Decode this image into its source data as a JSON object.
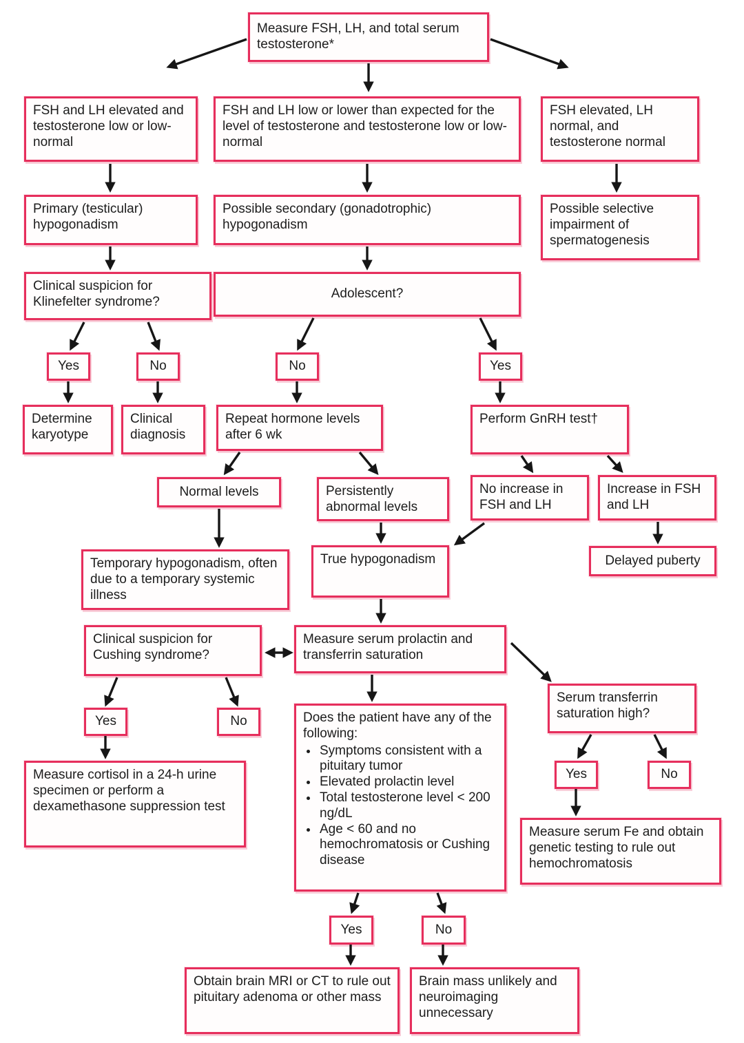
{
  "diagram": {
    "type": "flowchart",
    "subject": "Evaluation of male hypogonadism based on FSH, LH and testosterone levels"
  },
  "colors": {
    "box_border": "#e62e5c",
    "box_shadow": "#ec6086",
    "arrow": "#161616",
    "background": "#ffffff",
    "text": "#1c1c1c"
  },
  "nodes": {
    "measure_fsh": {
      "label": "Measure FSH, LH, and total serum testosterone*"
    },
    "fsh_lh_elevated": {
      "label": "FSH and LH elevated and testosterone low or low-normal"
    },
    "fsh_lh_low": {
      "label": "FSH and LH low or lower than expected for the level of testosterone and testosterone low or low-normal"
    },
    "fsh_elevated_lh_normal": {
      "label": "FSH elevated, LH normal, and testosterone normal"
    },
    "primary_hypogonadism": {
      "label": "Primary (testicular) hypogonadism"
    },
    "secondary_hypogonadism": {
      "label": "Possible secondary (gonadotrophic) hypogonadism"
    },
    "selective_impairment": {
      "label": "Possible selective impairment of spermatogenesis"
    },
    "klinefelter_suspicion": {
      "label": "Clinical suspicion for Klinefelter syndrome?"
    },
    "adolescent": {
      "label": "Adolescent?"
    },
    "klinefelter_yes": {
      "label": "Yes"
    },
    "klinefelter_no": {
      "label": "No"
    },
    "adolescent_no": {
      "label": "No"
    },
    "adolescent_yes": {
      "label": "Yes"
    },
    "determine_karyotype": {
      "label": "Determine karyotype"
    },
    "clinical_diagnosis": {
      "label": "Clinical diagnosis"
    },
    "repeat_hormone": {
      "label": "Repeat hormone levels after 6 wk"
    },
    "perform_gnrh": {
      "label": "Perform GnRH test†"
    },
    "normal_levels": {
      "label": "Normal levels"
    },
    "persistently_abnormal": {
      "label": "Persistently abnormal levels"
    },
    "no_increase": {
      "label": "No increase in FSH and LH"
    },
    "increase": {
      "label": "Increase in FSH and LH"
    },
    "delayed_puberty": {
      "label": "Delayed puberty"
    },
    "temporary_hypogonadism": {
      "label": "Temporary hypogonadism, often due to a temporary systemic illness"
    },
    "true_hypogonadism": {
      "label": "True hypogonadism"
    },
    "cushing_suspicion": {
      "label": "Clinical suspicion for Cushing syndrome?"
    },
    "measure_prolactin": {
      "label": "Measure serum prolactin and transferrin saturation"
    },
    "cushing_yes": {
      "label": "Yes"
    },
    "cushing_no": {
      "label": "No"
    },
    "measure_cortisol": {
      "label": "Measure cortisol in a 24-h urine specimen or perform a dexamethasone suppression test"
    },
    "patient_criteria": {
      "intro": "Does the patient have any of the following:",
      "bullets": [
        "Symptoms consistent with a pituitary tumor",
        "Elevated prolactin level",
        "Total testosterone level < 200 ng/dL",
        "Age < 60 and no hemochromatosis or Cushing disease"
      ]
    },
    "transferrin_high": {
      "label": "Serum transferrin saturation high?"
    },
    "transferrin_yes": {
      "label": "Yes"
    },
    "transferrin_no": {
      "label": "No"
    },
    "measure_fe": {
      "label": "Measure serum Fe and obtain genetic testing to rule out hemochromatosis"
    },
    "criteria_yes": {
      "label": "Yes"
    },
    "criteria_no": {
      "label": "No"
    },
    "obtain_mri": {
      "label": "Obtain brain MRI or CT to rule out pituitary adenoma or other mass"
    },
    "brain_mass_unlikely": {
      "label": "Brain mass unlikely and neuroimaging unnecessary"
    }
  }
}
